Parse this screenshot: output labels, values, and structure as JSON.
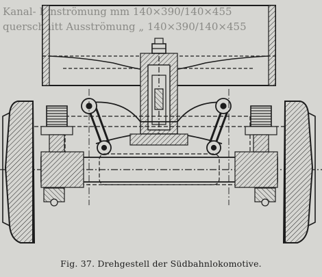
{
  "bleed_through": {
    "line1": "Kanal- Einströmung  mm 140×390/140×455",
    "line2": "querschnitt  Ausströmung  „  140×390/140×455"
  },
  "figure": {
    "caption": "Fig. 37.  Drehgestell der Südbahnlokomotive."
  }
}
